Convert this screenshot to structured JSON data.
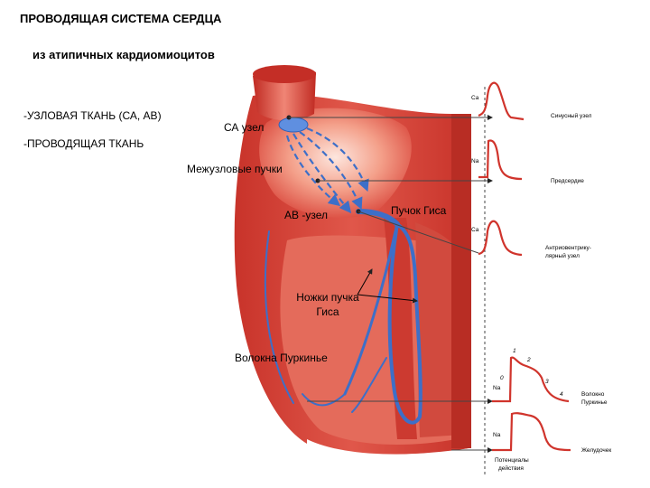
{
  "title": "ПРОВОДЯЩАЯ СИСТЕМА СЕРДЦА",
  "subtitle": "из атипичных кардиомиоцитов",
  "list": [
    "-УЗЛОВАЯ ТКАНЬ (СА, АВ)",
    "-ПРОВОДЯЩАЯ ТКАНЬ"
  ],
  "labels": {
    "sa_node": "СА узел",
    "internodal": "Межузловые пучки",
    "av_node": "АВ -узел",
    "his_bundle": "Пучок Гиса",
    "his_legs": "Ножки пучка Гиса",
    "purkinje": "Волокна Пуркинье"
  },
  "action_potentials": [
    {
      "ion": "Ca",
      "label": "Синусный узел"
    },
    {
      "ion": "Na",
      "label": "Предсердие"
    },
    {
      "ion": "Ca",
      "label_lines": [
        "Антриовентрику-",
        "лярный узел"
      ]
    },
    {
      "ion": "Na",
      "label_lines": [
        "Волокно",
        "Пуркинье"
      ],
      "phases": [
        "0",
        "1",
        "2",
        "3",
        "4"
      ]
    },
    {
      "ion": "Na",
      "label": "Желудочек"
    }
  ],
  "bottom_caption": [
    "Потенциалы",
    "действия"
  ],
  "colors": {
    "heart_red": "#d9453a",
    "heart_dark": "#a8261e",
    "conduction_blue": "#3d6fc8",
    "ap_curve": "#d0342c"
  }
}
